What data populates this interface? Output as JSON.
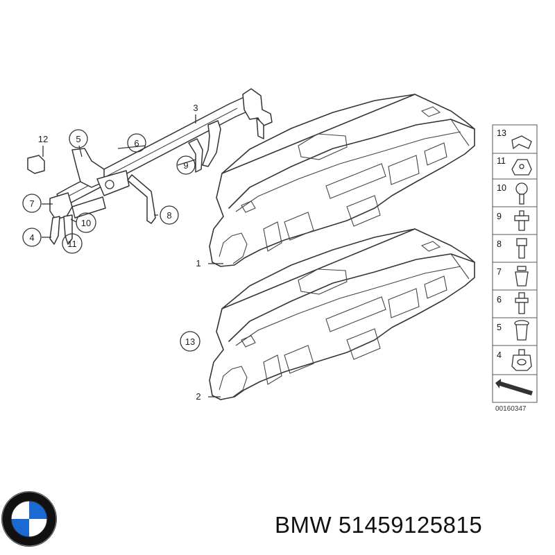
{
  "diagram": {
    "reference_code": "00160347",
    "callouts": [
      {
        "id": "c1",
        "label": "1",
        "circled": false
      },
      {
        "id": "c2",
        "label": "2",
        "circled": false
      },
      {
        "id": "c3",
        "label": "3",
        "circled": false
      },
      {
        "id": "c4",
        "label": "4",
        "circled": true
      },
      {
        "id": "c5",
        "label": "5",
        "circled": true
      },
      {
        "id": "c6",
        "label": "6",
        "circled": true
      },
      {
        "id": "c7",
        "label": "7",
        "circled": true
      },
      {
        "id": "c8",
        "label": "8",
        "circled": true
      },
      {
        "id": "c9",
        "label": "9",
        "circled": true
      },
      {
        "id": "c10",
        "label": "10",
        "circled": true
      },
      {
        "id": "c11",
        "label": "11",
        "circled": true
      },
      {
        "id": "c12",
        "label": "12",
        "circled": false
      },
      {
        "id": "c13",
        "label": "13",
        "circled": true
      }
    ],
    "legend": [
      "13",
      "11",
      "10",
      "9",
      "8",
      "7",
      "6",
      "5",
      "4"
    ]
  },
  "footer": {
    "brand": "BMW",
    "part_number": "51459125815",
    "caption": "BMW 51459125815"
  },
  "colors": {
    "line": "#333333",
    "logo_blue": "#1c69d4",
    "logo_ring": "#1a1a1a"
  }
}
